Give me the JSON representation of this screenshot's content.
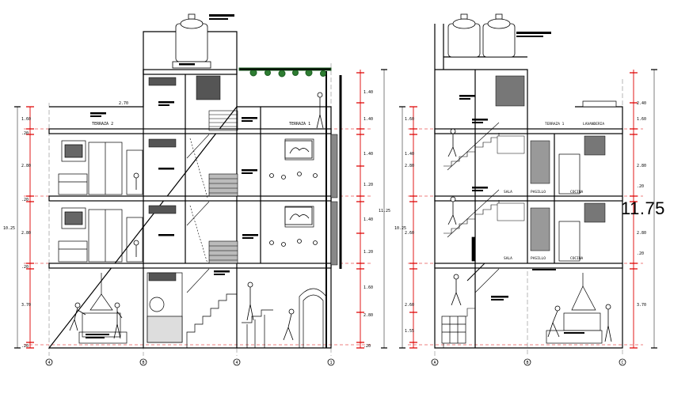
{
  "left_section": {
    "total_height": "10.25",
    "right_total": "11.25",
    "top_label": "2.70",
    "axes": [
      "4",
      "B",
      "4",
      "1"
    ],
    "dims_left": [
      "1.60",
      ".20",
      "2.80",
      ".20",
      "2.80",
      ".20",
      "3.70",
      ".20"
    ],
    "dims_right": [
      "1.40",
      "1.40",
      "1.40",
      "1.20",
      "1.40",
      "1.20",
      "1.60",
      "2.80",
      ".20"
    ],
    "terrace_label": "TERRAZA 2",
    "terrace_label_right": "TERRAZA 1"
  },
  "right_section": {
    "total_height": "10.25",
    "axes": [
      "A",
      "B",
      "C"
    ],
    "dims_left": [
      "1.60",
      "1.40",
      "2.80",
      "2.60",
      "2.60",
      "1.55"
    ],
    "dims_right": [
      "2.40",
      "1.60",
      "2.80",
      ".20",
      "2.80",
      ".20",
      "3.70"
    ],
    "room_labels": [
      "TERRAZA 1",
      "LAVANDERIA",
      "SALA",
      "PASILLO",
      "COCINA"
    ]
  },
  "highlight_dimension": "11.75"
}
